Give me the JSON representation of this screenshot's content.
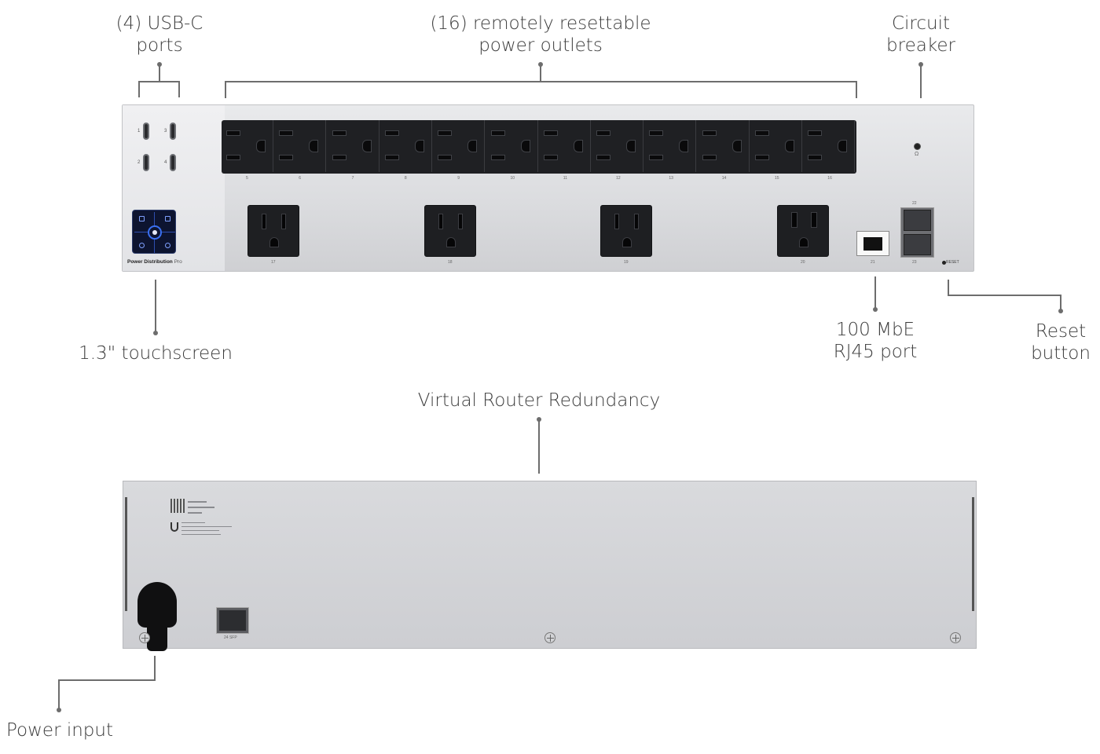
{
  "callouts": {
    "usbc": [
      "(4) USB-C",
      "ports"
    ],
    "outlets": [
      "(16) remotely resettable",
      "power outlets"
    ],
    "breaker": [
      "Circuit",
      "breaker"
    ],
    "touchscreen": "1.3\" touchscreen",
    "rj45": [
      "100 MbE",
      "RJ45 port"
    ],
    "reset": [
      "Reset",
      "button"
    ],
    "vrr": "Virtual Router Redundancy",
    "power": "Power input"
  },
  "front_panel": {
    "brand": "Power Distribution",
    "brand_suffix": "Pro",
    "usbc_numbers": [
      "1",
      "2",
      "3",
      "4"
    ],
    "outlet_numbers": [
      "5",
      "6",
      "7",
      "8",
      "9",
      "10",
      "11",
      "12",
      "13",
      "14",
      "15",
      "16"
    ],
    "big_outlet_numbers": [
      "17",
      "18",
      "19",
      "20"
    ],
    "rj45_number": "21",
    "sfp_numbers": [
      "22",
      "23"
    ],
    "reset_label": "RESET",
    "breaker_symbol": "Ω"
  },
  "rear_panel": {
    "sfp_number": "24 SFP"
  }
}
